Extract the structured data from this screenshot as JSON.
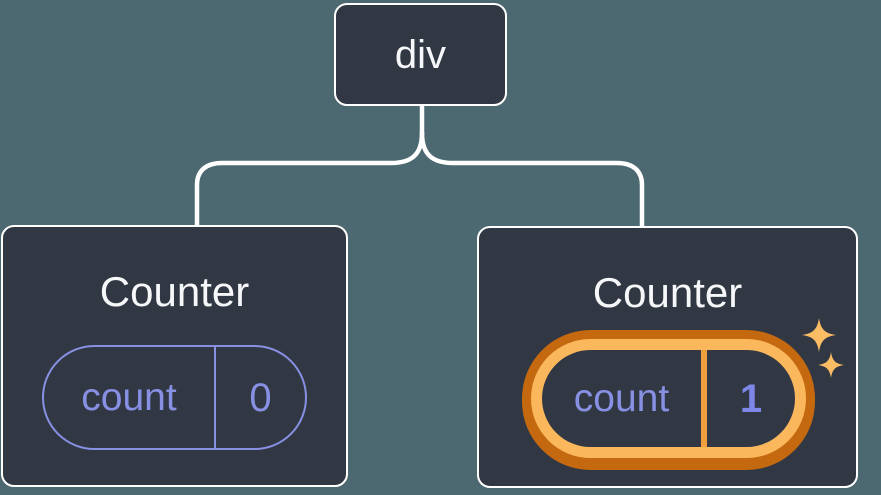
{
  "diagram": {
    "description": "React render tree: div root with two Counter children, second Counter has updated state",
    "root": {
      "label": "div"
    },
    "children": [
      {
        "title": "Counter",
        "state": {
          "name": "count",
          "value": "0"
        },
        "highlighted": false
      },
      {
        "title": "Counter",
        "state": {
          "name": "count",
          "value": "1"
        },
        "highlighted": true
      }
    ]
  },
  "icons": {
    "sparkle_large": "sparkle-icon",
    "sparkle_small": "sparkle-icon"
  },
  "colors": {
    "background": "#4C6870",
    "node_fill": "#313844",
    "node_border": "#FFFFFF",
    "text_primary": "#F6F7F9",
    "state_purple": "#8890E4",
    "state_value_purple": "#7E86E8",
    "highlight_ring_light": "#FBB75C",
    "highlight_ring_dark": "#C4690F",
    "highlight_divider": "#EDA03C",
    "sparkle": "#FBBD64",
    "connector": "#FFFFFF"
  }
}
